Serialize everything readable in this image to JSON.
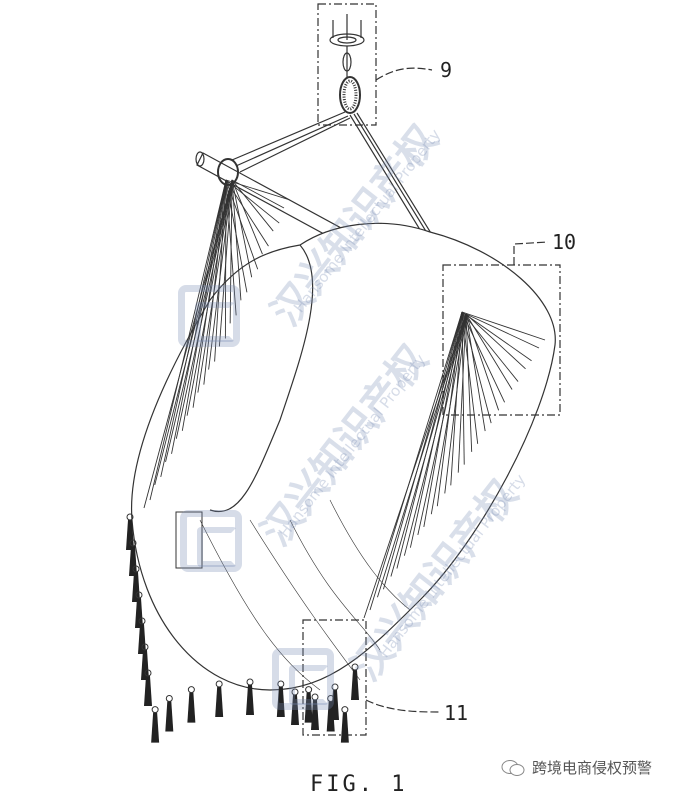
{
  "figure": {
    "title": "FIG. 1"
  },
  "reference_labels": [
    {
      "id": "9",
      "text": "9"
    },
    {
      "id": "10",
      "text": "10"
    },
    {
      "id": "11",
      "text": "11"
    }
  ],
  "watermark": {
    "cn": "汉兴知识产权",
    "en": "Hansome Intellectual Property"
  },
  "caption": {
    "icon": "wechat-icon",
    "text": "跨境电商侵权预警"
  },
  "colors": {
    "line": "#333333",
    "watermark": "#8898bb"
  }
}
